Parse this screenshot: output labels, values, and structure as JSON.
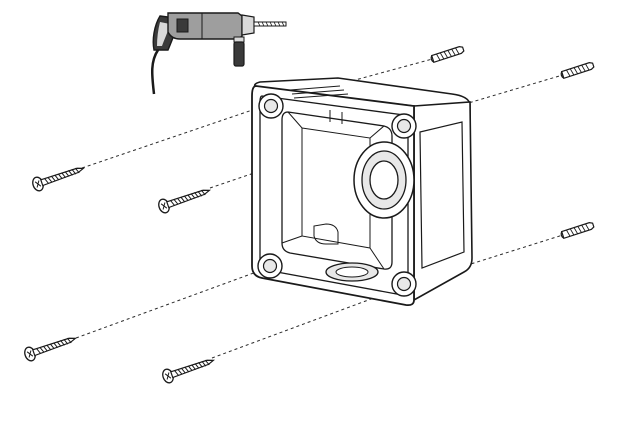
{
  "diagram": {
    "colors": {
      "line": "#1a1a1a",
      "guide": "#2a2a2a",
      "drill_body": "#9e9e9e",
      "drill_light": "#d9d9d9",
      "drill_dark": "#3a3a3a",
      "box_fill": "#ffffff",
      "hole_shade": "#e8e8e8"
    },
    "parts": [
      "drill-icon",
      "junction-box",
      "wall-plug",
      "wood-screw",
      "mounting-guide-line"
    ]
  }
}
